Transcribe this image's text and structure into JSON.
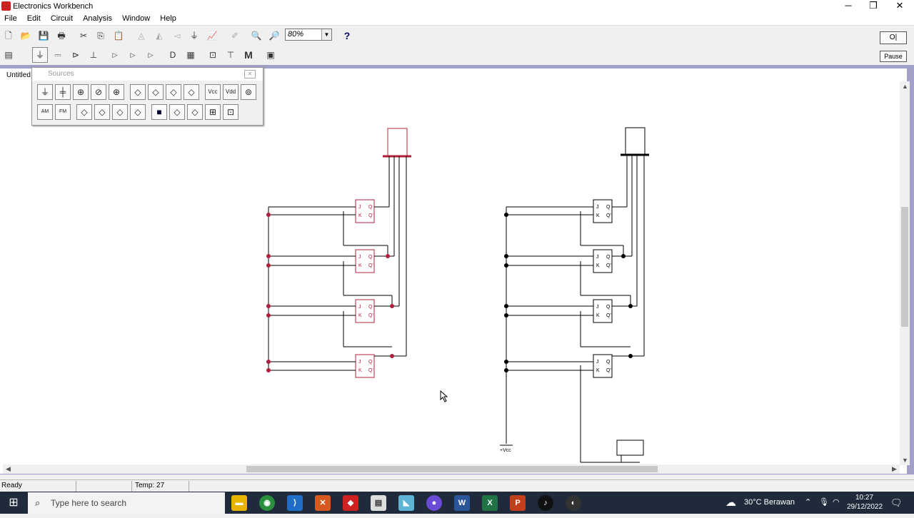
{
  "window": {
    "title": "Electronics Workbench",
    "controls": [
      "─",
      "❐",
      "✕"
    ]
  },
  "menu": [
    "File",
    "Edit",
    "Circuit",
    "Analysis",
    "Window",
    "Help"
  ],
  "toolbar": {
    "zoom_value": "80%",
    "help_label": "?",
    "m_label": "M"
  },
  "side_buttons": {
    "power_label": "O|",
    "pause_label": "Pause"
  },
  "document": {
    "tab_title": "Untitled"
  },
  "palette": {
    "title": "Sources",
    "row1": [
      "⏚",
      "╪",
      "⊕",
      "⊘",
      "⊕",
      "◇",
      "◇",
      "◇",
      "◇",
      "Vcc",
      "Vdd",
      "⊚"
    ],
    "row2": [
      "AM",
      "FM",
      "◇",
      "◇",
      "◇",
      "◇",
      "■",
      "◇",
      "◇",
      "⊞",
      "⊡"
    ]
  },
  "circuit": {
    "flipflop_pins": {
      "j": "J",
      "k": "K",
      "q": "Q",
      "qbar": "Q'"
    },
    "vcc_label": "+Vcc"
  },
  "status": {
    "ready": "Ready",
    "temp": "Temp: 27"
  },
  "taskbar": {
    "search_placeholder": "Type here to search",
    "weather": "30°C  Berawan",
    "time": "10:27",
    "date": "29/12/2022"
  },
  "colors": {
    "circuit_red": "#b0203a",
    "wire_black": "#000000",
    "mdi_bg": "#a0a0c8"
  }
}
